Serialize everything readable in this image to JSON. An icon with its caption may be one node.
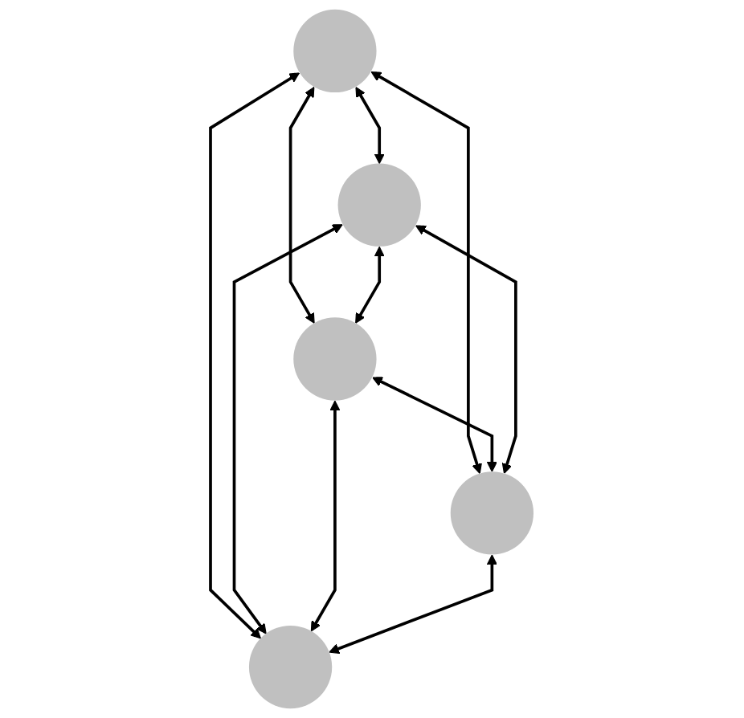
{
  "diagram": {
    "nodes": [
      {
        "text": [],
        "shape": "circle"
      },
      {
        "text": [],
        "shape": "circle"
      },
      {
        "text": [],
        "shape": "circle"
      },
      {
        "text": [],
        "shape": "circle"
      },
      {
        "text": [],
        "shape": "circle"
      }
    ],
    "edges": [
      {
        "from": 0,
        "to": 1,
        "arrow": "both"
      },
      {
        "from": 0,
        "to": 2,
        "arrow": "both"
      },
      {
        "from": 1,
        "to": 2,
        "arrow": "both"
      },
      {
        "from": 0,
        "to": 3,
        "arrow": "both"
      },
      {
        "from": 0,
        "to": 4,
        "arrow": "both"
      },
      {
        "from": 1,
        "to": 4,
        "arrow": "both"
      },
      {
        "from": 2,
        "to": 3,
        "arrow": "both"
      },
      {
        "from": 1,
        "to": 3,
        "arrow": "both"
      },
      {
        "from": 2,
        "to": 4,
        "arrow": "both"
      },
      {
        "from": 3,
        "to": 4,
        "arrow": "both"
      }
    ]
  }
}
